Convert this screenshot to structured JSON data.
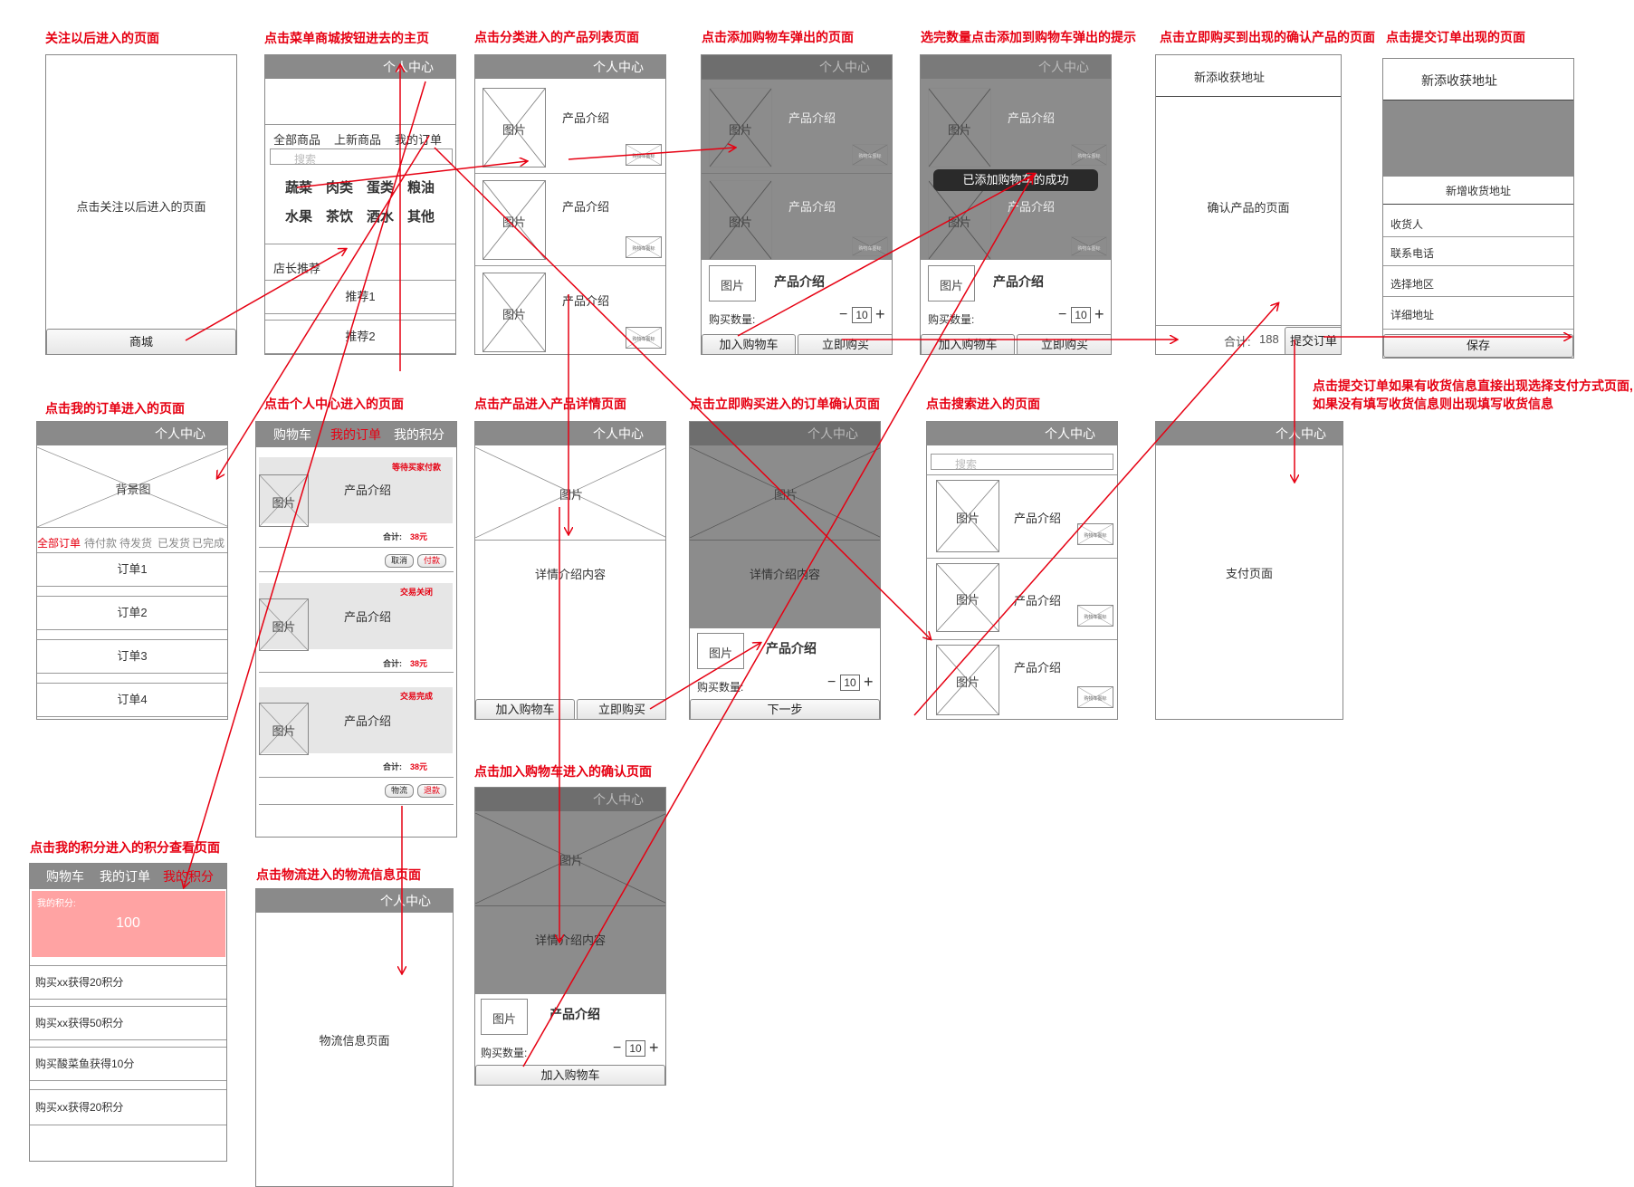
{
  "captions": {
    "c1": "关注以后进入的页面",
    "c2": "点击菜单商城按钮进去的主页",
    "c3": "点击分类进入的产品列表页面",
    "c4": "点击添加购物车弹出的页面",
    "c5": "选完数量点击添加到购物车弹出的提示",
    "c6": "点击立即购买到出现的确认产品的页面",
    "c7": "点击提交订单出现的页面",
    "c8": "点击我的订单进入的页面",
    "c9": "点击个人中心进入的页面",
    "c10": "点击产品进入产品详情页面",
    "c11": "点击立即购买进入的订单确认页面",
    "c12": "点击搜索进入的页面",
    "c13": "点击提交订单如果有收货信息直接出现选择支付方式页面,",
    "c13b": "如果没有填写收货信息则出现填写收货信息",
    "c14": "点击加入购物车进入的确认页面",
    "c15": "点击我的积分进入的积分查看页面",
    "c16": "点击物流进入的物流信息页面"
  },
  "common": {
    "header": "个人中心",
    "image": "图片",
    "product_intro": "产品介绍",
    "cart_icon": "购物车图标",
    "add_cart": "加入购物车",
    "buy_now": "立即购买",
    "qty_label": "购买数量:",
    "qty_value": "10",
    "search_placeholder": "搜索",
    "detail_content": "详情介绍内容"
  },
  "s1": {
    "body": "点击关注以后进入的页面",
    "button": "商城"
  },
  "s2": {
    "nav": [
      "全部商品",
      "上新商品",
      "我的订单"
    ],
    "cats_row1": [
      "蔬菜",
      "肉类",
      "蛋类",
      "粮油"
    ],
    "cats_row2": [
      "水果",
      "茶饮",
      "酒水",
      "其他"
    ],
    "recommend_title": "店长推荐",
    "recommends": [
      "推荐1",
      "推荐2"
    ]
  },
  "s5": {
    "toast": "已添加购物车的成功"
  },
  "s6": {
    "title": "新添收获地址",
    "body": "确认产品的页面",
    "total_label": "合计:",
    "total_value": "188",
    "submit": "提交订单"
  },
  "s7": {
    "title": "新添收获地址",
    "subtitle": "新增收货地址",
    "fields": [
      "收货人",
      "联系电话",
      "选择地区",
      "详细地址"
    ],
    "save": "保存"
  },
  "s8": {
    "banner": "背景图",
    "tabs": [
      "全部订单",
      "待付款",
      "待发货",
      "已发货",
      "已完成"
    ],
    "orders": [
      "订单1",
      "订单2",
      "订单3",
      "订单4"
    ]
  },
  "s9": {
    "tabs": [
      "购物车",
      "我的订单",
      "我的积分"
    ],
    "orders": [
      {
        "status": "等待买家付款",
        "total_label": "合计:",
        "total": "38元",
        "b1": "取消",
        "b2": "付款"
      },
      {
        "status": "交易关闭",
        "total_label": "合计:",
        "total": "38元"
      },
      {
        "status": "交易完成",
        "total_label": "合计:",
        "total": "38元",
        "b1": "物流",
        "b2": "退款"
      }
    ]
  },
  "s11": {
    "next": "下一步"
  },
  "s13": {
    "body": "支付页面"
  },
  "s15": {
    "tabs": [
      "购物车",
      "我的订单",
      "我的积分"
    ],
    "label": "我的积分:",
    "value": "100",
    "items": [
      "购买xx获得20积分",
      "购买xx获得50积分",
      "购买酸菜鱼获得10分",
      "购买xx获得20积分"
    ]
  },
  "s16": {
    "body": "物流信息页面"
  },
  "colors": {
    "accent": "#e60012",
    "header": "#8a8a8a",
    "overlay": "#8c8c8c",
    "points_bg": "#ffa3a3"
  }
}
